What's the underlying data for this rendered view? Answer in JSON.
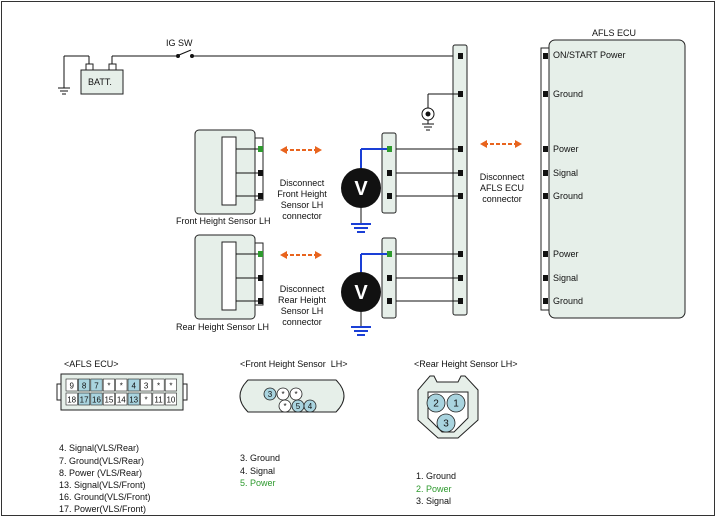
{
  "top": {
    "ig_sw": "IG SW",
    "batt": "BATT.",
    "ecu_title": "AFLS ECU"
  },
  "ecu_pins": [
    "ON/START Power",
    "Ground",
    "Power",
    "Signal",
    "Ground",
    "Power",
    "Signal",
    "Ground"
  ],
  "sensors": {
    "front_label": "Front Height Sensor LH",
    "rear_label": "Rear Height Sensor LH"
  },
  "disconnect": {
    "front": [
      "Disconnect",
      "Front Height",
      "Sensor LH",
      "connector"
    ],
    "rear": [
      "Disconnect",
      "Rear Height",
      "Sensor LH",
      "connector"
    ],
    "ecu": [
      "Disconnect",
      "AFLS ECU",
      "connector"
    ]
  },
  "meter_symbol": "V",
  "bottom": {
    "afls_title": "<AFLS ECU>",
    "afls_row1": [
      "9",
      "8",
      "7",
      "*",
      "*",
      "4",
      "3",
      "*",
      "*"
    ],
    "afls_row2": [
      "18",
      "17",
      "16",
      "15",
      "14",
      "13",
      "*",
      "11",
      "10"
    ],
    "afls_legend": [
      "4. Signal(VLS/Rear)",
      "7. Ground(VLS/Rear)",
      "8. Power (VLS/Rear)",
      "13. Signal(VLS/Front)",
      "16. Ground(VLS/Front)",
      "17. Power(VLS/Front)"
    ],
    "front_title": "<Front Height Sensor  LH>",
    "front_pins": [
      "3",
      "*",
      "*",
      "*",
      "5",
      "4"
    ],
    "front_legend": [
      "3. Ground",
      "4. Signal",
      "5. Power"
    ],
    "rear_title": "<Rear Height Sensor LH>",
    "rear_pins": [
      "2",
      "1",
      "3"
    ],
    "rear_legend": [
      "1. Ground",
      "2. Power",
      "3. Signal"
    ]
  },
  "colors": {
    "wire": "#111111",
    "meter_lead": "#1a3fd6",
    "arrow": "#e8641e",
    "pin_green": "#2e9a2e",
    "pin_fill": "#a9d4df",
    "connector_fill": "#e6efe9"
  }
}
